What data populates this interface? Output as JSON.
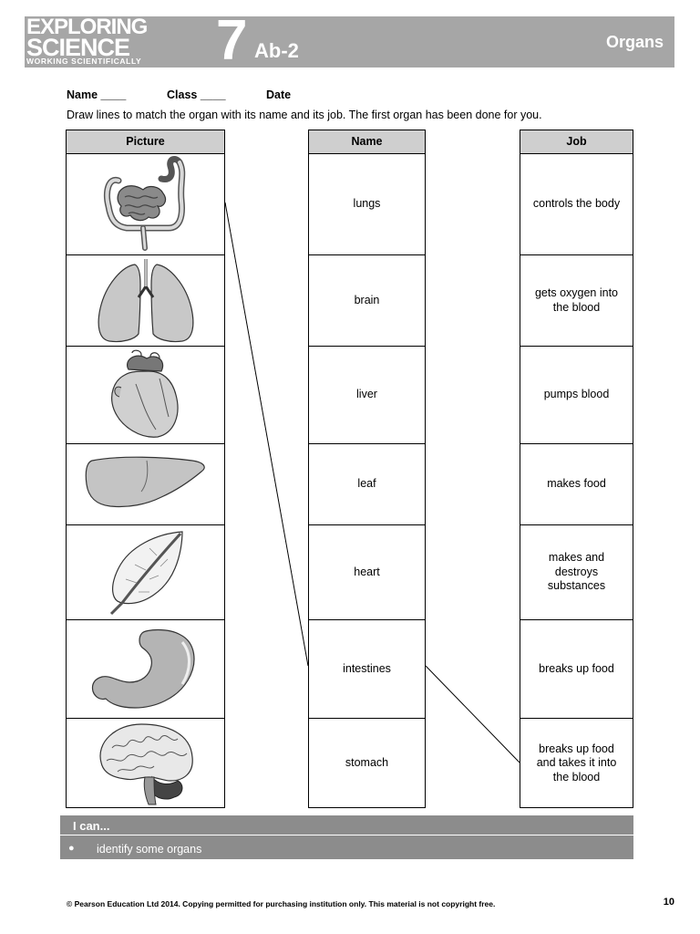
{
  "header": {
    "logo_line1": "EXPLORING",
    "logo_line2": "SCIENCE",
    "logo_line3": "WORKING SCIENTIFICALLY",
    "year": "7",
    "unit": "Ab-2",
    "topic": "Organs",
    "banner_color": "#a6a6a6"
  },
  "fields": {
    "name": "Name ____",
    "class": "Class ____",
    "date": "Date"
  },
  "instructions": "Draw lines to match the organ with its name and its job. The first organ has been done for you.",
  "columns": {
    "picture": "Picture",
    "name": "Name",
    "job": "Job",
    "header_color": "#cfcfcf"
  },
  "pictures": [
    "intestines-icon",
    "lungs-icon",
    "heart-icon",
    "liver-icon",
    "leaf-icon",
    "stomach-icon",
    "brain-icon"
  ],
  "names": [
    "lungs",
    "brain",
    "liver",
    "leaf",
    "heart",
    "intestines",
    "stomach"
  ],
  "jobs": [
    "controls the body",
    "gets oxygen into the blood",
    "pumps blood",
    "makes food",
    "makes and destroys substances",
    "breaks up food",
    "breaks up food and takes it into the blood"
  ],
  "ican": {
    "title": "I can...",
    "bullet": "●",
    "item": "identify some organs"
  },
  "footer": "© Pearson Education Ltd 2014. Copying permitted for purchasing institution only. This material is not copyright free.",
  "page_number": "10"
}
